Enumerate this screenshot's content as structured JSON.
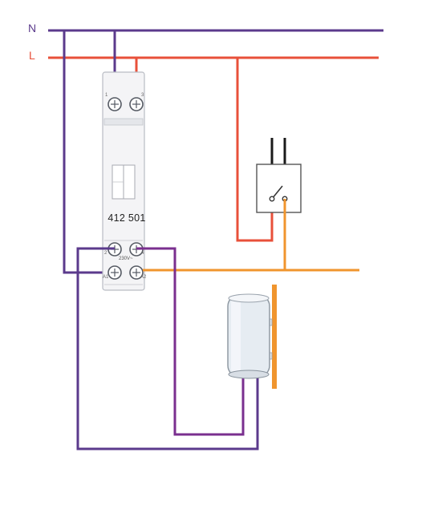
{
  "labels": {
    "neutral": "N",
    "line": "L",
    "device_reference": "412 501",
    "voltage": "230V~",
    "terminal_1": "1",
    "terminal_2": "2",
    "terminal_3": "3",
    "terminal_4": "4",
    "terminal_a1": "A1",
    "terminal_a2": "A2"
  },
  "colors": {
    "neutral_wire": "#5b3a8c",
    "line_wire": "#e8503a",
    "control_wire": "#f0952e",
    "load_wire": "#7a2f8f",
    "wall_mount": "#f0952e"
  }
}
